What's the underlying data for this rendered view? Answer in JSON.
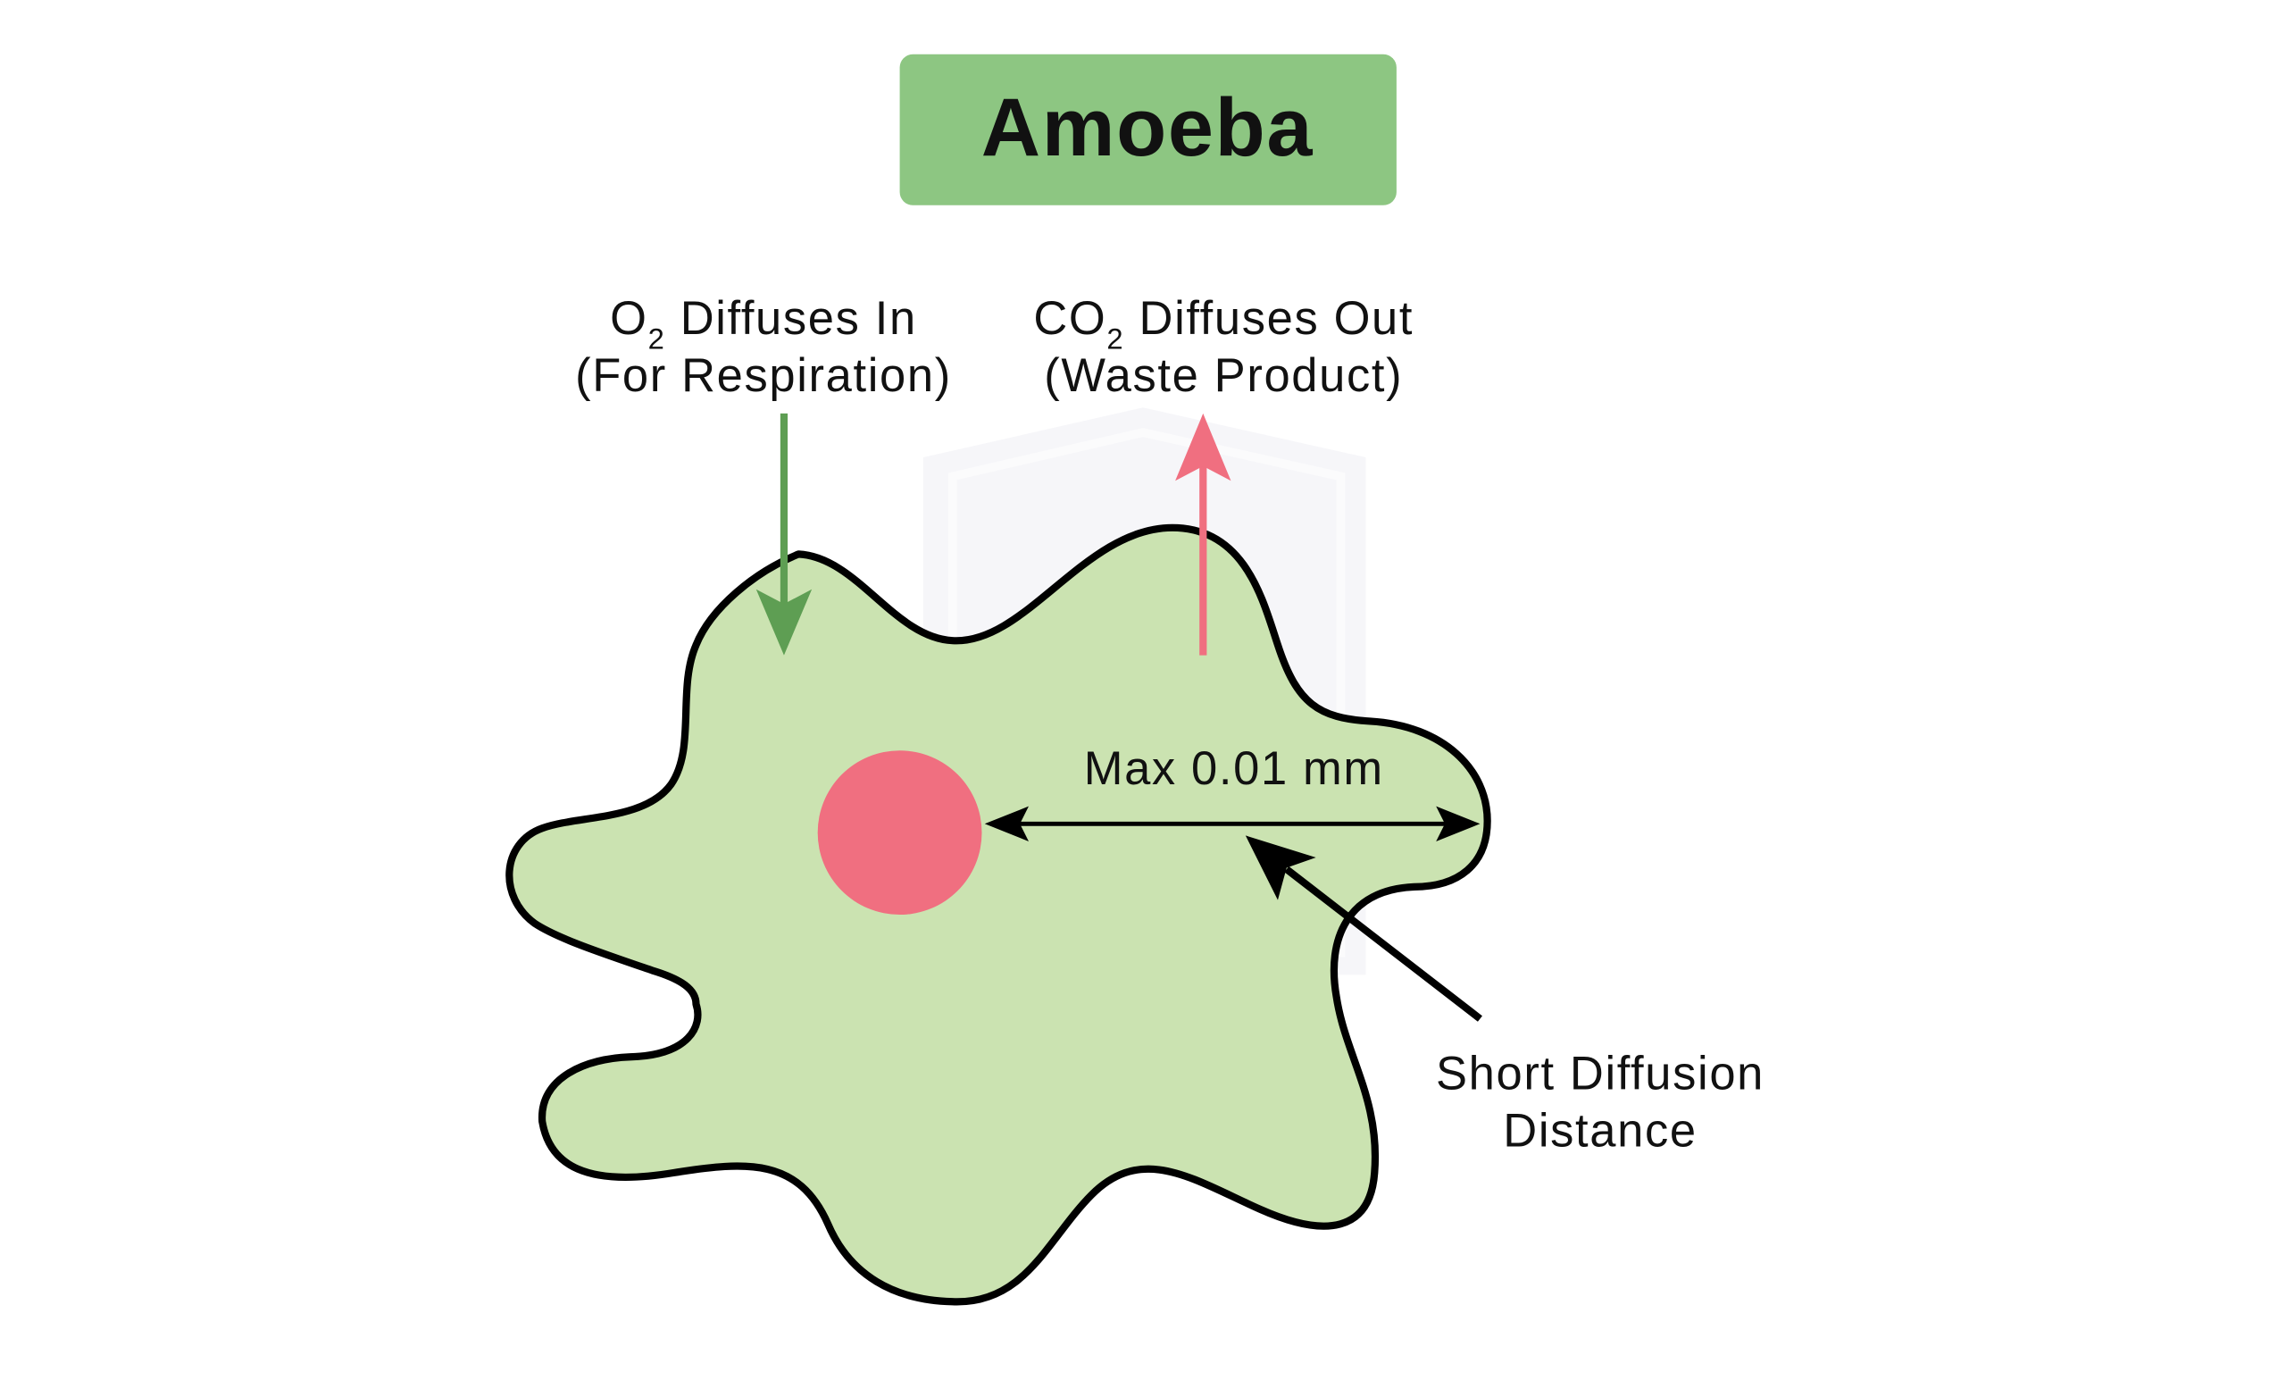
{
  "title": "Amoeba",
  "labels": {
    "o2_line1_prefix": "O",
    "o2_sub": "2",
    "o2_line1_suffix": " Diffuses In",
    "o2_line2": "(For Respiration)",
    "co2_line1_prefix": "CO",
    "co2_sub": "2",
    "co2_line1_suffix": " Diffuses Out",
    "co2_line2": "(Waste Product)",
    "distance": "Max 0.01 mm",
    "short_line1": "Short Diffusion",
    "short_line2": "Distance"
  },
  "colors": {
    "title_bg": "#8dc682",
    "cell_fill": "#cbe3b1",
    "nucleus": "#f06f80",
    "o2_arrow": "#5e9e53",
    "co2_arrow": "#f06f80"
  }
}
